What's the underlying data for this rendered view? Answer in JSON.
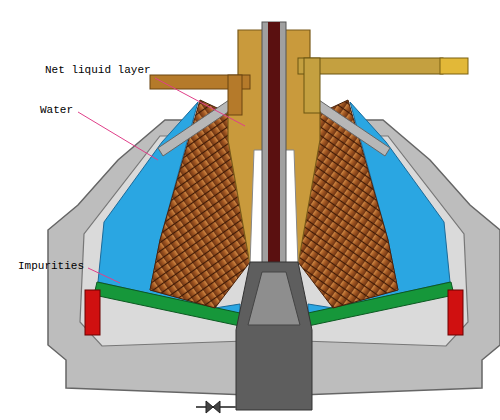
{
  "diagram": {
    "labels": [
      "Net liquid layer",
      "Water",
      "Impurities"
    ]
  }
}
